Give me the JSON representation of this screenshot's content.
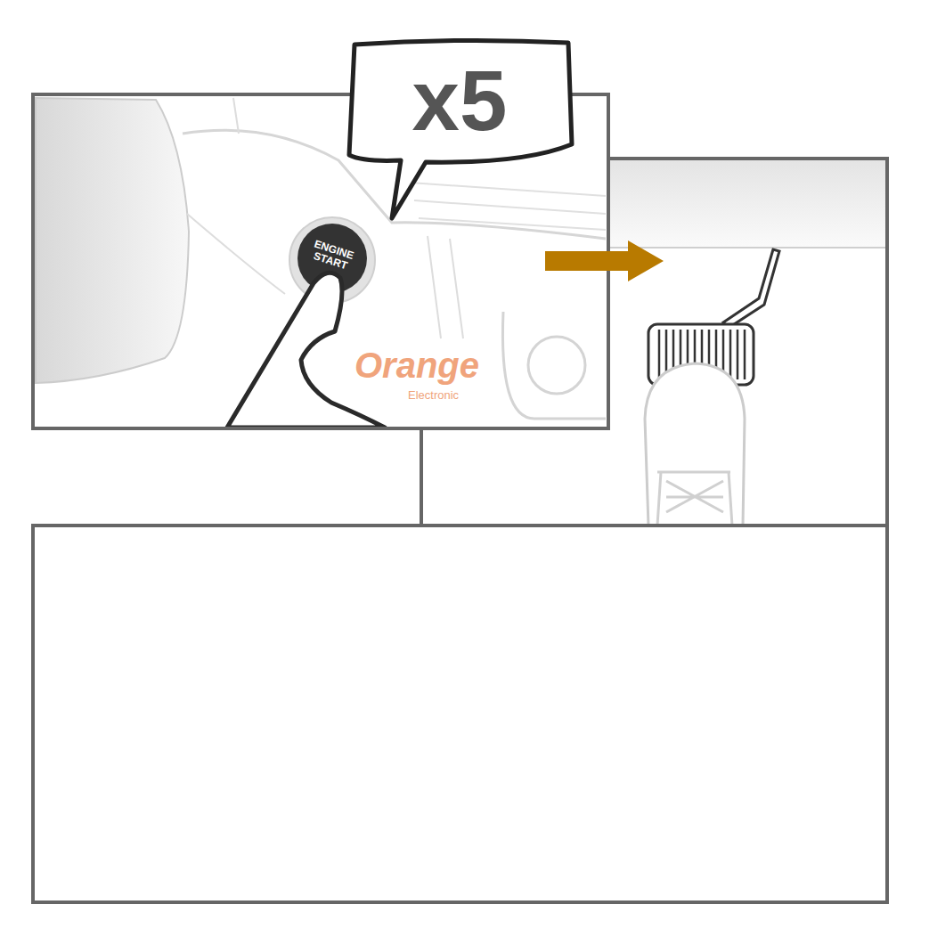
{
  "diagram": {
    "nodes": [
      {
        "text": [
          "x5"
        ]
      },
      {
        "text": [
          "ENGINE START"
        ]
      }
    ],
    "labels": [
      "Orange",
      "Electronic"
    ]
  }
}
